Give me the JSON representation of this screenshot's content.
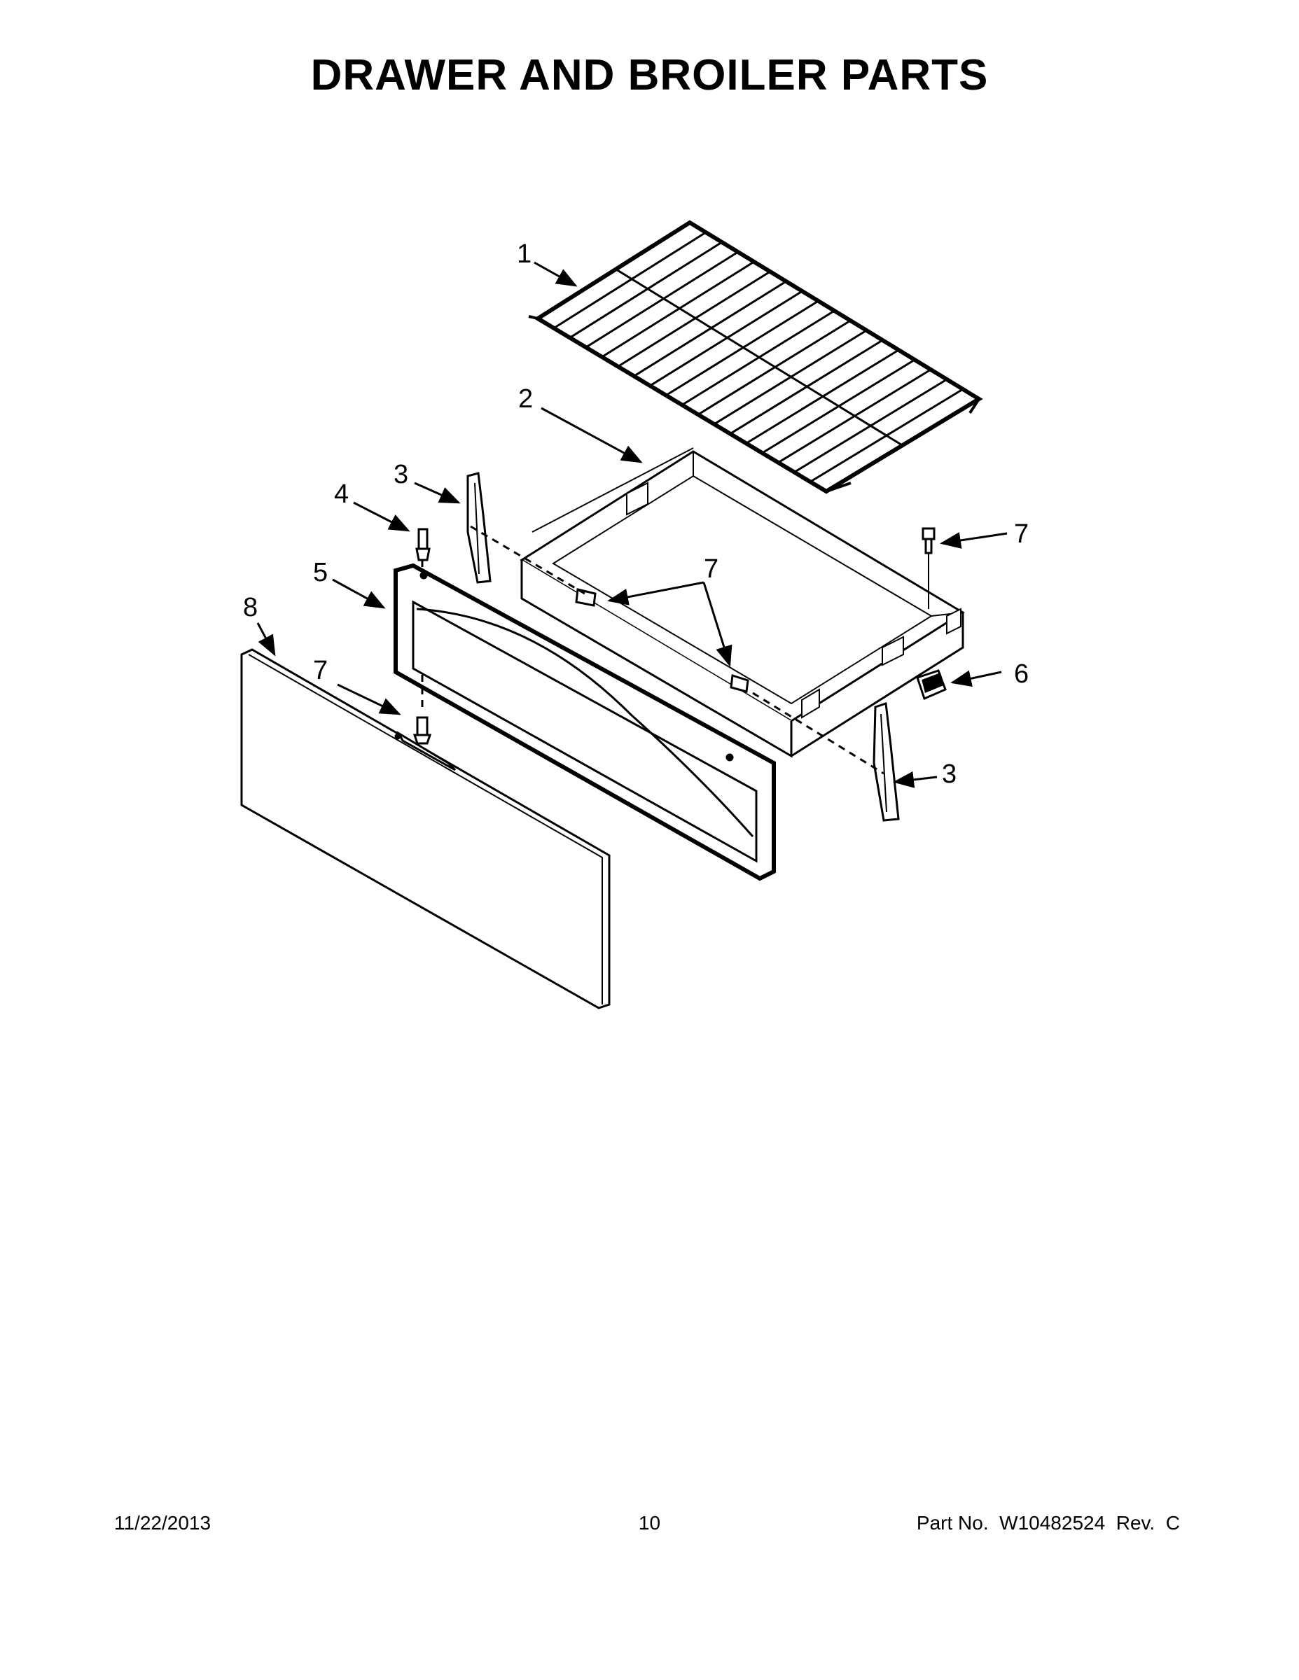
{
  "title": "DRAWER AND BROILER PARTS",
  "callouts": {
    "c1": "1",
    "c2": "2",
    "c3a": "3",
    "c3b": "3",
    "c4": "4",
    "c5": "5",
    "c6": "6",
    "c7a": "7",
    "c7b": "7",
    "c7c": "7",
    "c8": "8"
  },
  "footer": {
    "date": "11/22/2013",
    "page": "10",
    "part_no": "Part No.  W10482524  Rev.  C"
  }
}
